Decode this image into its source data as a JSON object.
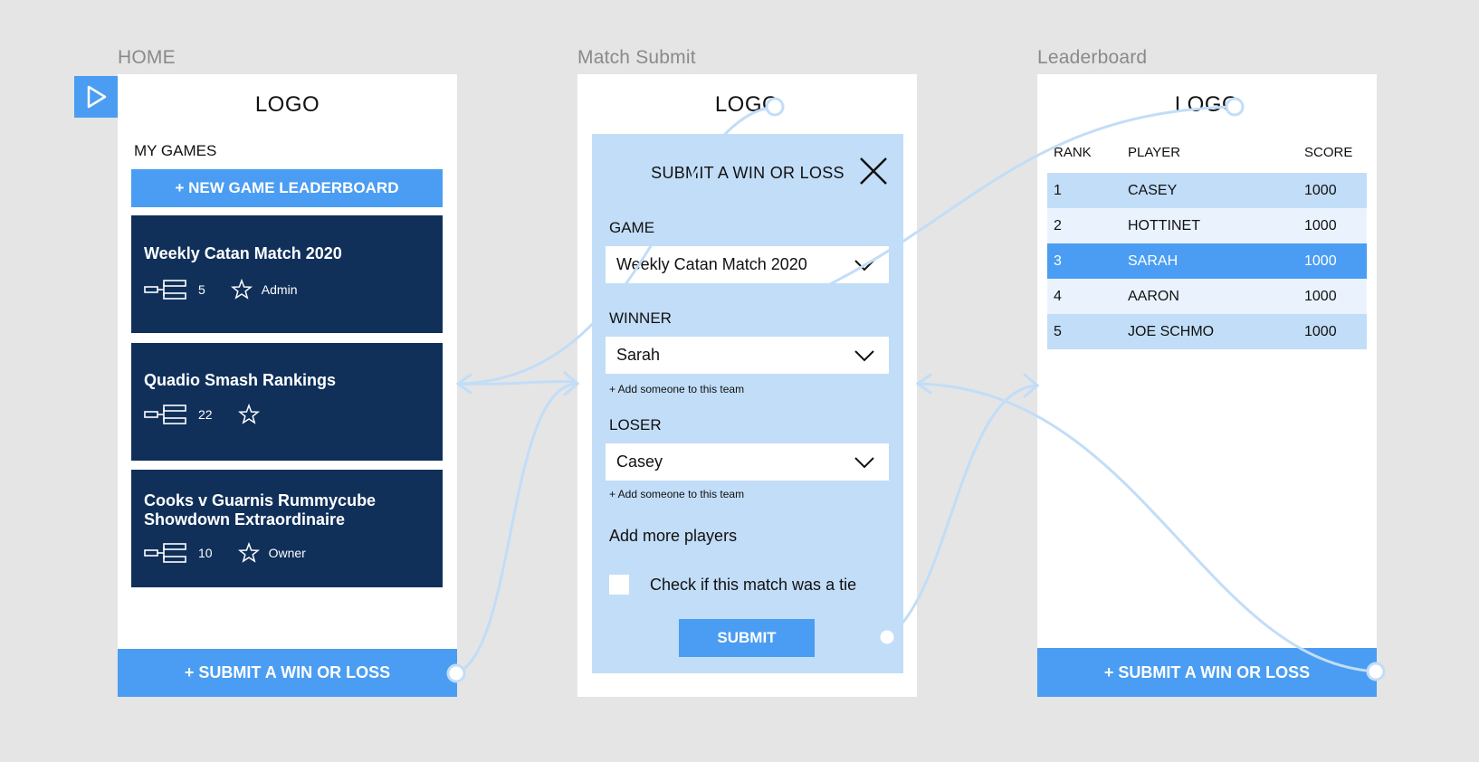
{
  "frames": {
    "home_label": "HOME",
    "match_label": "Match Submit",
    "leaderboard_label": "Leaderboard"
  },
  "home": {
    "logo": "LOGO",
    "section_title": "MY GAMES",
    "new_game_button": "+ NEW GAME LEADERBOARD",
    "cards": [
      {
        "title": "Weekly Catan Match 2020",
        "count": "5",
        "role": "Admin"
      },
      {
        "title": "Quadio Smash Rankings",
        "count": "22",
        "role": ""
      },
      {
        "title": "Cooks v Guarnis Rummycube Showdown Extraordinaire",
        "count": "10",
        "role": "Owner"
      }
    ],
    "submit_button": "+ SUBMIT A WIN OR LOSS"
  },
  "match": {
    "logo": "LOGO",
    "title": "SUBMIT A WIN OR LOSS",
    "game_label": "GAME",
    "game_value": "Weekly Catan Match 2020",
    "winner_label": "WINNER",
    "winner_value": "Sarah",
    "add_to_team": "+ Add someone to this team",
    "loser_label": "LOSER",
    "loser_value": "Casey",
    "add_more": "Add more players",
    "tie_label": "Check if this match was a tie",
    "submit": "SUBMIT"
  },
  "leaderboard": {
    "logo": "LOGO",
    "headers": {
      "rank": "RANK",
      "player": "PLAYER",
      "score": "SCORE"
    },
    "rows": [
      {
        "rank": "1",
        "player": "CASEY",
        "score": "1000"
      },
      {
        "rank": "2",
        "player": "HOTTINET",
        "score": "1000"
      },
      {
        "rank": "3",
        "player": "SARAH",
        "score": "1000"
      },
      {
        "rank": "4",
        "player": "AARON",
        "score": "1000"
      },
      {
        "rank": "5",
        "player": "JOE SCHMO",
        "score": "1000"
      }
    ],
    "highlighted_rank": "3",
    "submit_button": "+ SUBMIT A WIN OR LOSS"
  },
  "colors": {
    "canvas": "#e5e5e5",
    "primary_blue": "#4a9df2",
    "navy_card": "#10305a",
    "light_blue": "#c2ddf7",
    "pale_blue": "#eaf3fd",
    "frame_label": "#8a8a8a"
  },
  "icons": [
    "play-icon",
    "bracket-icon",
    "star-icon",
    "close-icon",
    "chevron-down-icon"
  ]
}
